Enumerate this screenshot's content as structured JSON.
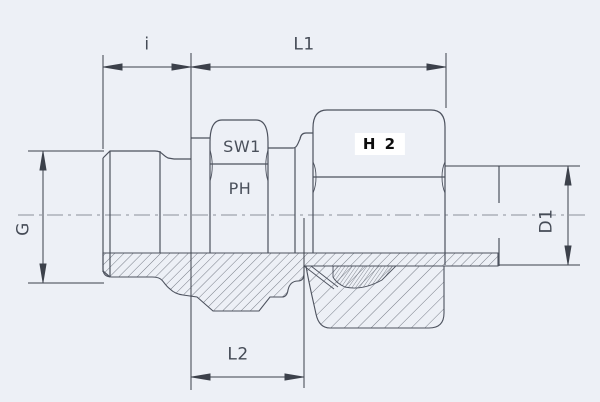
{
  "drawing": {
    "dimension_labels": {
      "top_left": "i",
      "top_right": "L1",
      "left": "G",
      "right": "D1",
      "bottom": "L2"
    },
    "part_labels": {
      "wrench_size": "SW1",
      "thread": "PH",
      "nut": "H 2"
    },
    "colors": {
      "background": "#edf0f6",
      "outline": "#4d525e",
      "dimension": "#3c414b",
      "hatch": "#6a6f7a",
      "highlight_box": "#ffffff",
      "highlight_text": "#0d0d0d"
    }
  }
}
